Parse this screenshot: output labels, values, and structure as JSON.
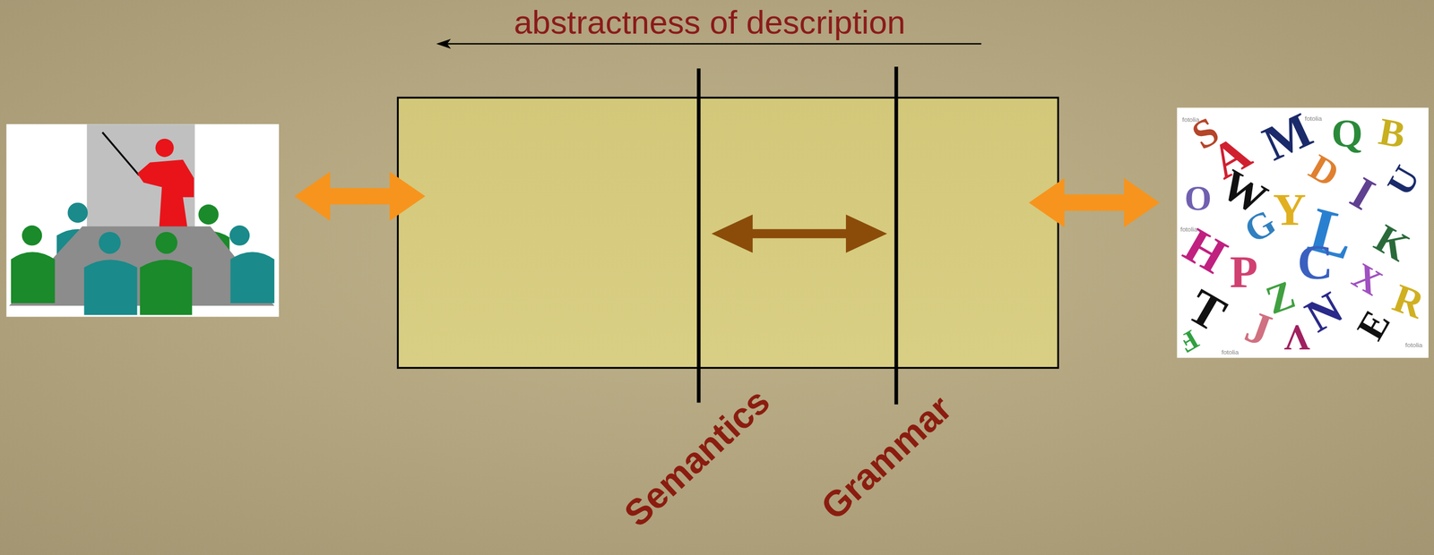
{
  "diagram": {
    "labels": [
      "abstractness of description",
      "Semantics",
      "Grammar",
      "S",
      "A",
      "M",
      "Q",
      "B",
      "O",
      "W",
      "D",
      "U",
      "Y",
      "I",
      "H",
      "G",
      "L",
      "K",
      "P",
      "C",
      "X",
      "R",
      "Z",
      "T",
      "N",
      "J",
      "V",
      "E",
      "F",
      "fotolia",
      "fotolia",
      "fotolia",
      "fotolia",
      "fotolia"
    ]
  }
}
